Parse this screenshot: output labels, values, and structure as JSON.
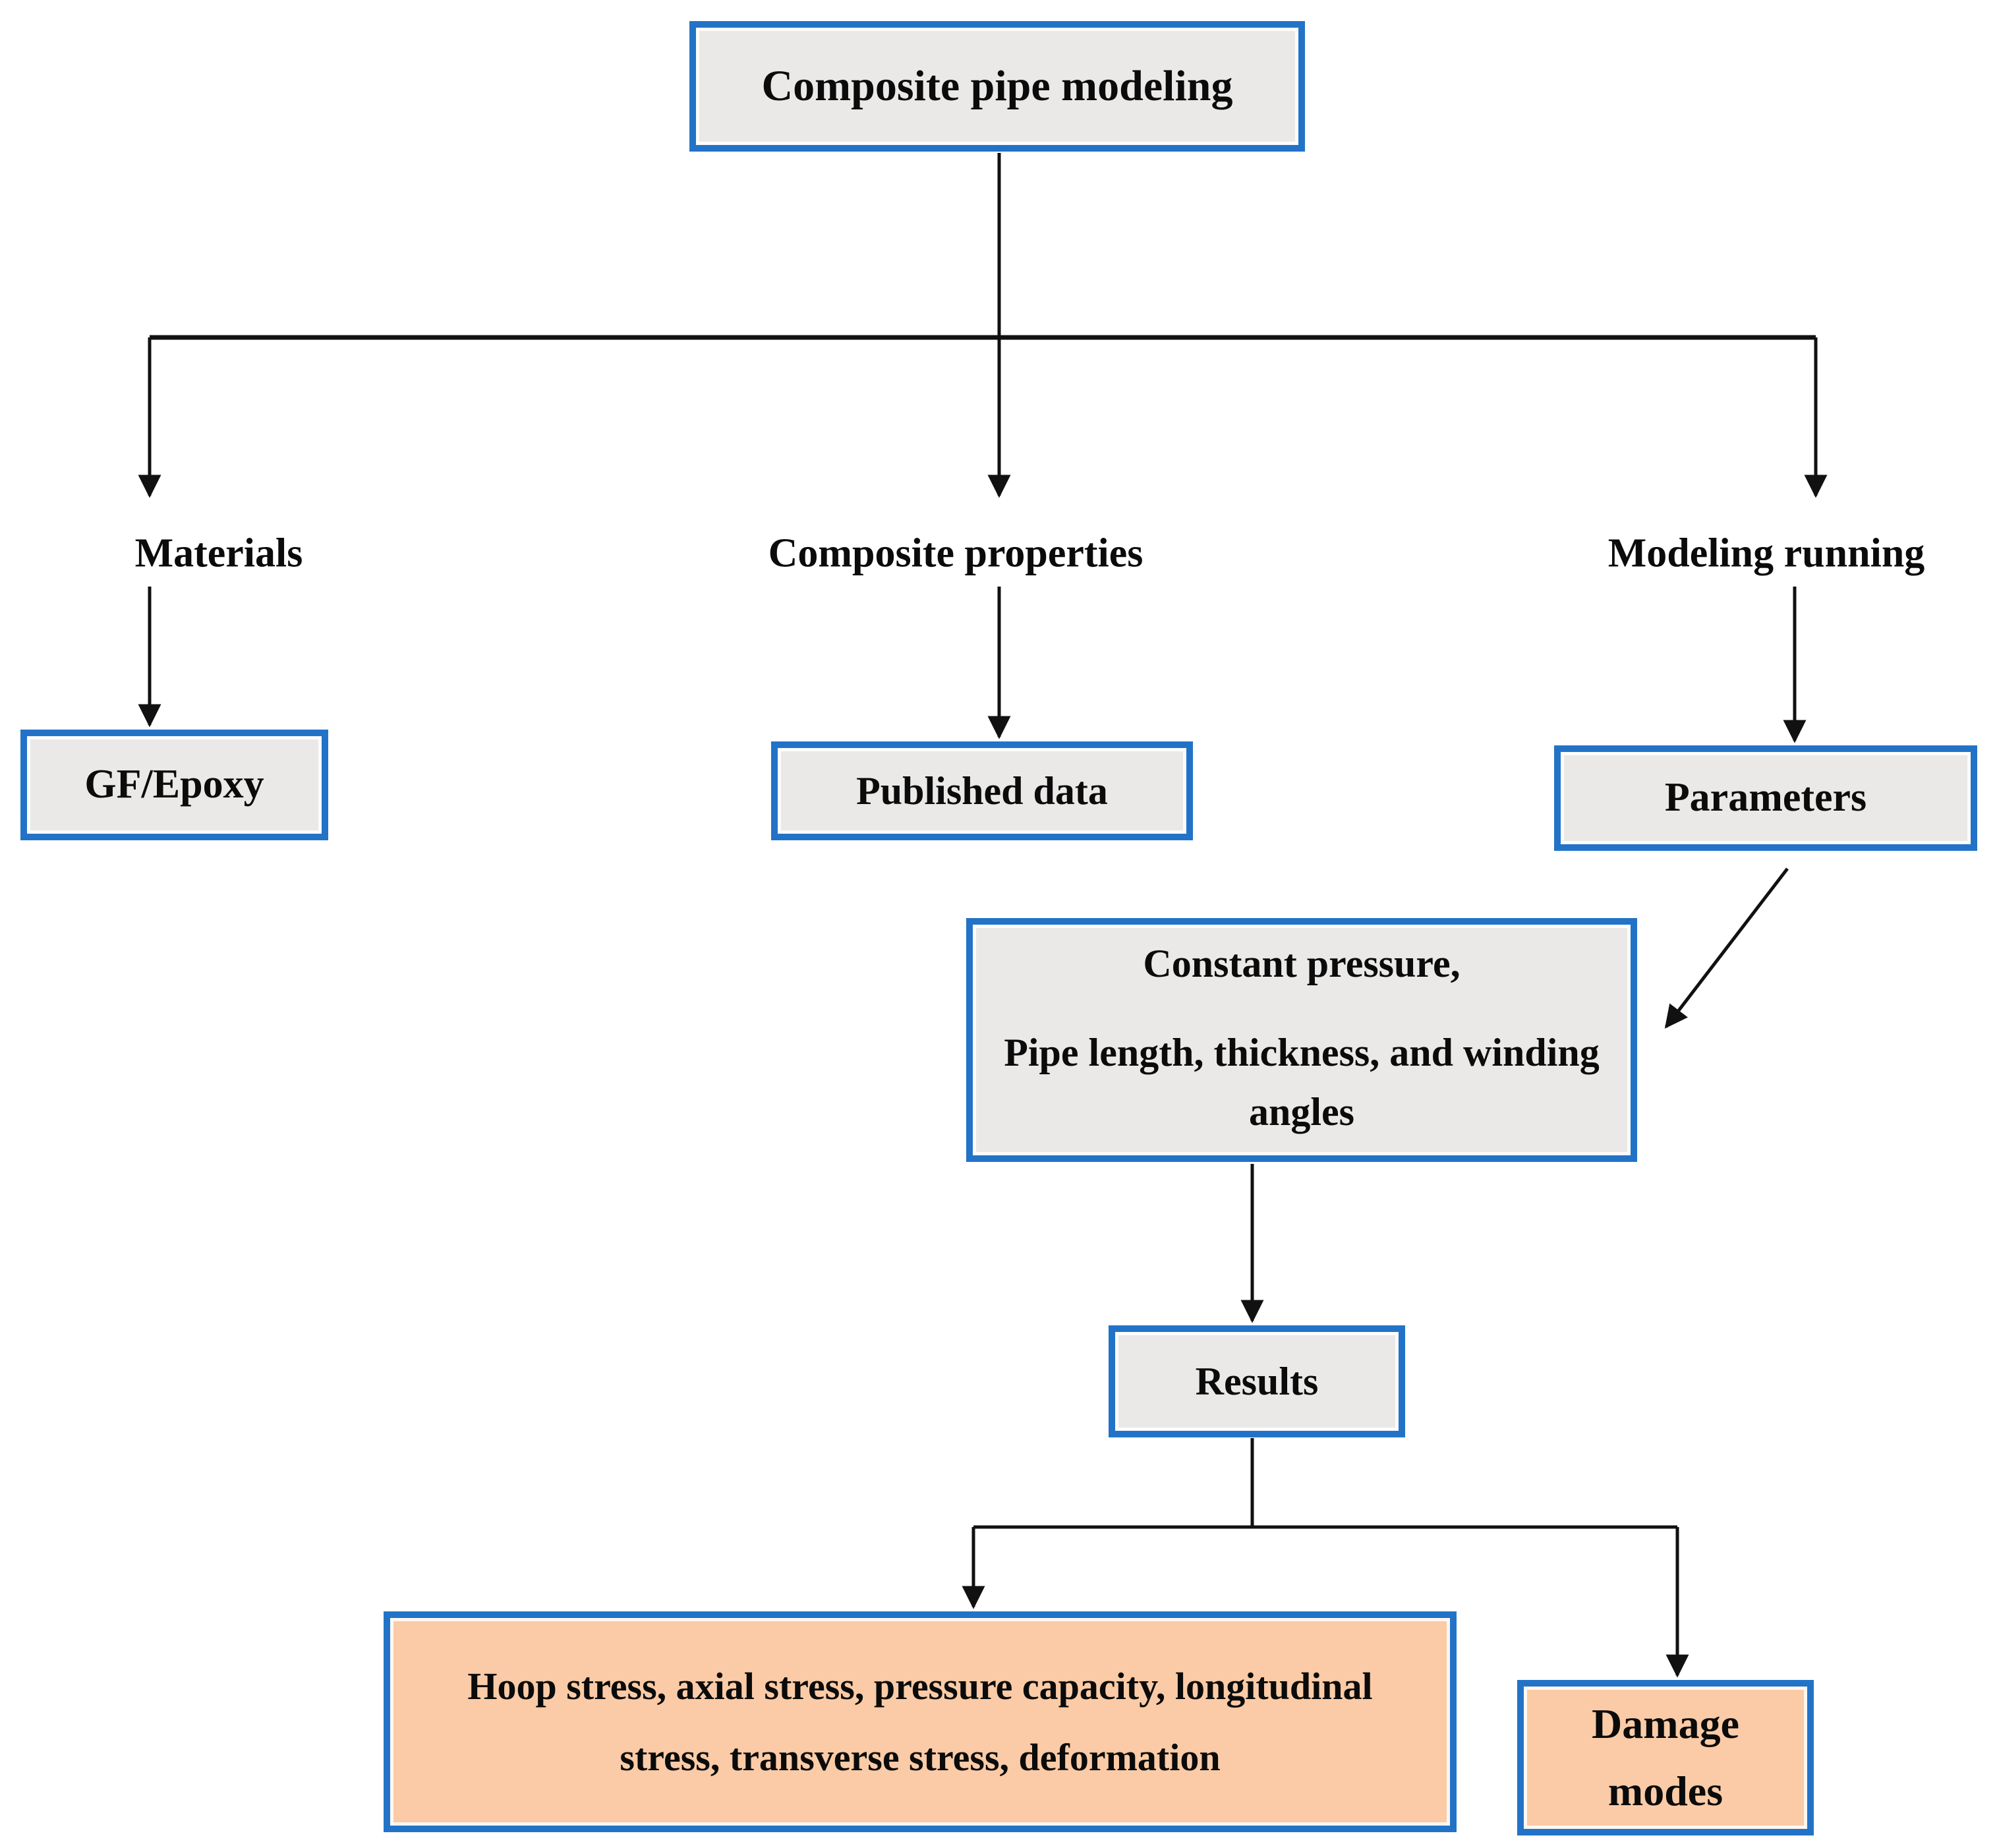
{
  "colors": {
    "border_blue": "#2273C7",
    "fill_gray": "#EAE9E8",
    "fill_orange": "#FACBA6",
    "line_black": "#111111"
  },
  "nodes": {
    "root": {
      "label": "Composite pipe modeling"
    },
    "gf_epoxy": {
      "label": "GF/Epoxy"
    },
    "published_data": {
      "label": "Published data"
    },
    "parameters": {
      "label": "Parameters"
    },
    "constant_pressure": {
      "line1": "Constant pressure,",
      "line2": "Pipe length, thickness, and winding angles"
    },
    "results": {
      "label": "Results"
    },
    "outputs": {
      "label": "Hoop stress, axial stress, pressure capacity, longitudinal stress, transverse stress, deformation"
    },
    "damage_modes": {
      "label": "Damage modes"
    }
  },
  "branch_labels": {
    "materials": "Materials",
    "composite_properties": "Composite properties",
    "modeling_running": "Modeling running"
  }
}
